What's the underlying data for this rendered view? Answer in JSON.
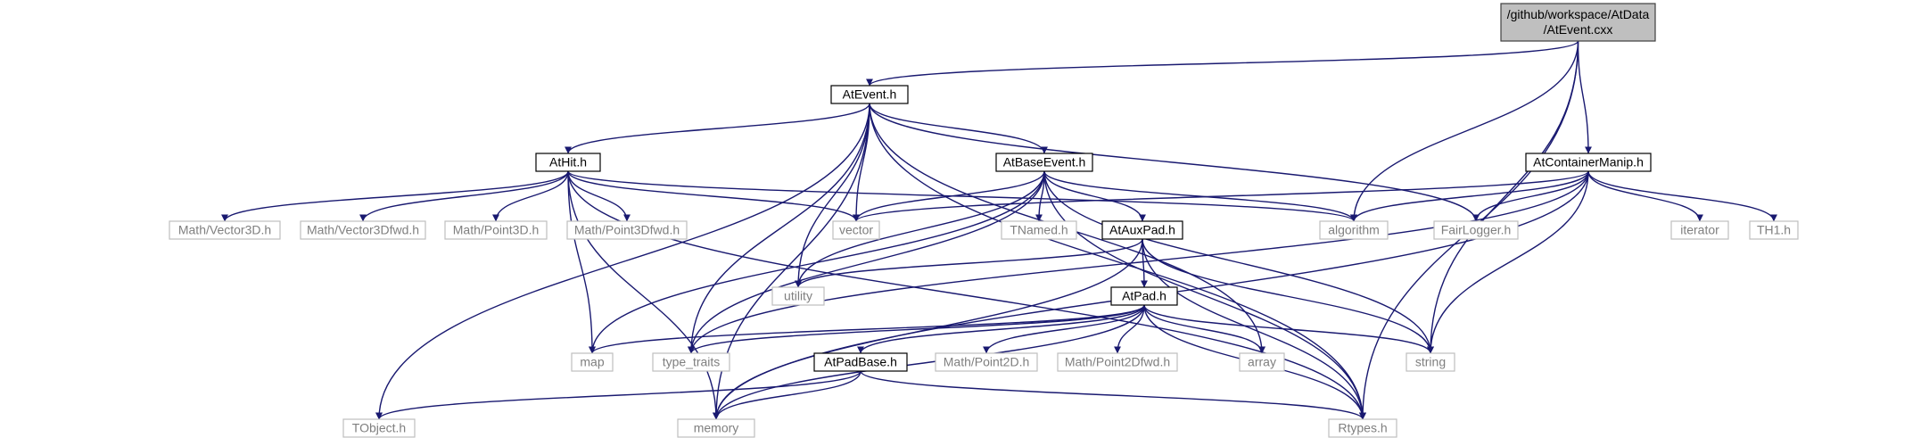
{
  "diagram": {
    "colors": {
      "edge": "#191970",
      "root_fill": "#bfbfbf",
      "root_border": "#404040",
      "doc_fill": "#ffffff",
      "doc_border": "#000000",
      "ext_fill": "#ffffff",
      "ext_border": "#bfbfbf",
      "doc_text": "#000000",
      "ext_text": "#7f7f7f"
    },
    "nodes": [
      {
        "id": "root",
        "label": "/github/workspace/AtData\n/AtEvent.cxx",
        "kind": "root"
      },
      {
        "id": "atevent",
        "label": "AtEvent.h",
        "kind": "doc"
      },
      {
        "id": "athit",
        "label": "AtHit.h",
        "kind": "doc"
      },
      {
        "id": "atbaseevent",
        "label": "AtBaseEvent.h",
        "kind": "doc"
      },
      {
        "id": "atcontainermanip",
        "label": "AtContainerManip.h",
        "kind": "doc"
      },
      {
        "id": "ataux",
        "label": "AtAuxPad.h",
        "kind": "doc"
      },
      {
        "id": "atpad",
        "label": "AtPad.h",
        "kind": "doc"
      },
      {
        "id": "atpadbase",
        "label": "AtPadBase.h",
        "kind": "doc"
      },
      {
        "id": "mathvector3d",
        "label": "Math/Vector3D.h",
        "kind": "ext"
      },
      {
        "id": "mathvector3dfwd",
        "label": "Math/Vector3Dfwd.h",
        "kind": "ext"
      },
      {
        "id": "mathpoint3d",
        "label": "Math/Point3D.h",
        "kind": "ext"
      },
      {
        "id": "mathpoint3dfwd",
        "label": "Math/Point3Dfwd.h",
        "kind": "ext"
      },
      {
        "id": "vector",
        "label": "vector",
        "kind": "ext"
      },
      {
        "id": "tnamed",
        "label": "TNamed.h",
        "kind": "ext"
      },
      {
        "id": "algorithm",
        "label": "algorithm",
        "kind": "ext"
      },
      {
        "id": "fairlogger",
        "label": "FairLogger.h",
        "kind": "ext"
      },
      {
        "id": "iterator",
        "label": "iterator",
        "kind": "ext"
      },
      {
        "id": "th1",
        "label": "TH1.h",
        "kind": "ext"
      },
      {
        "id": "utility",
        "label": "utility",
        "kind": "ext"
      },
      {
        "id": "map",
        "label": "map",
        "kind": "ext"
      },
      {
        "id": "typetraits",
        "label": "type_traits",
        "kind": "ext"
      },
      {
        "id": "mathpoint2d",
        "label": "Math/Point2D.h",
        "kind": "ext"
      },
      {
        "id": "mathpoint2dfwd",
        "label": "Math/Point2Dfwd.h",
        "kind": "ext"
      },
      {
        "id": "array",
        "label": "array",
        "kind": "ext"
      },
      {
        "id": "string",
        "label": "string",
        "kind": "ext"
      },
      {
        "id": "tobject",
        "label": "TObject.h",
        "kind": "ext"
      },
      {
        "id": "memory",
        "label": "memory",
        "kind": "ext"
      },
      {
        "id": "rtypes",
        "label": "Rtypes.h",
        "kind": "ext"
      }
    ],
    "edges": [
      [
        "root",
        "atevent"
      ],
      [
        "root",
        "algorithm"
      ],
      [
        "root",
        "atcontainermanip"
      ],
      [
        "root",
        "string"
      ],
      [
        "root",
        "rtypes"
      ],
      [
        "atevent",
        "athit"
      ],
      [
        "atevent",
        "atbaseevent"
      ],
      [
        "atevent",
        "vector"
      ],
      [
        "atevent",
        "utility"
      ],
      [
        "atevent",
        "typetraits"
      ],
      [
        "atevent",
        "memory"
      ],
      [
        "atevent",
        "fairlogger"
      ],
      [
        "atevent",
        "array"
      ],
      [
        "atevent",
        "rtypes"
      ],
      [
        "atevent",
        "tobject"
      ],
      [
        "athit",
        "mathvector3d"
      ],
      [
        "athit",
        "mathvector3dfwd"
      ],
      [
        "athit",
        "mathpoint3d"
      ],
      [
        "athit",
        "mathpoint3dfwd"
      ],
      [
        "athit",
        "vector"
      ],
      [
        "athit",
        "algorithm"
      ],
      [
        "athit",
        "map"
      ],
      [
        "athit",
        "memory"
      ],
      [
        "athit",
        "rtypes"
      ],
      [
        "atbaseevent",
        "vector"
      ],
      [
        "atbaseevent",
        "tnamed"
      ],
      [
        "atbaseevent",
        "algorithm"
      ],
      [
        "atbaseevent",
        "ataux"
      ],
      [
        "atbaseevent",
        "map"
      ],
      [
        "atbaseevent",
        "utility"
      ],
      [
        "atbaseevent",
        "typetraits"
      ],
      [
        "atbaseevent",
        "string"
      ],
      [
        "atbaseevent",
        "rtypes"
      ],
      [
        "atcontainermanip",
        "vector"
      ],
      [
        "atcontainermanip",
        "algorithm"
      ],
      [
        "atcontainermanip",
        "fairlogger"
      ],
      [
        "atcontainermanip",
        "iterator"
      ],
      [
        "atcontainermanip",
        "th1"
      ],
      [
        "atcontainermanip",
        "string"
      ],
      [
        "atcontainermanip",
        "typetraits"
      ],
      [
        "atcontainermanip",
        "memory"
      ],
      [
        "ataux",
        "atpad"
      ],
      [
        "ataux",
        "utility"
      ],
      [
        "ataux",
        "memory"
      ],
      [
        "ataux",
        "string"
      ],
      [
        "ataux",
        "rtypes"
      ],
      [
        "atpad",
        "map"
      ],
      [
        "atpad",
        "typetraits"
      ],
      [
        "atpad",
        "atpadbase"
      ],
      [
        "atpad",
        "mathpoint2d"
      ],
      [
        "atpad",
        "mathpoint2dfwd"
      ],
      [
        "atpad",
        "array"
      ],
      [
        "atpad",
        "string"
      ],
      [
        "atpad",
        "memory"
      ],
      [
        "atpad",
        "rtypes"
      ],
      [
        "atpadbase",
        "tobject"
      ],
      [
        "atpadbase",
        "memory"
      ],
      [
        "atpadbase",
        "rtypes"
      ]
    ]
  }
}
